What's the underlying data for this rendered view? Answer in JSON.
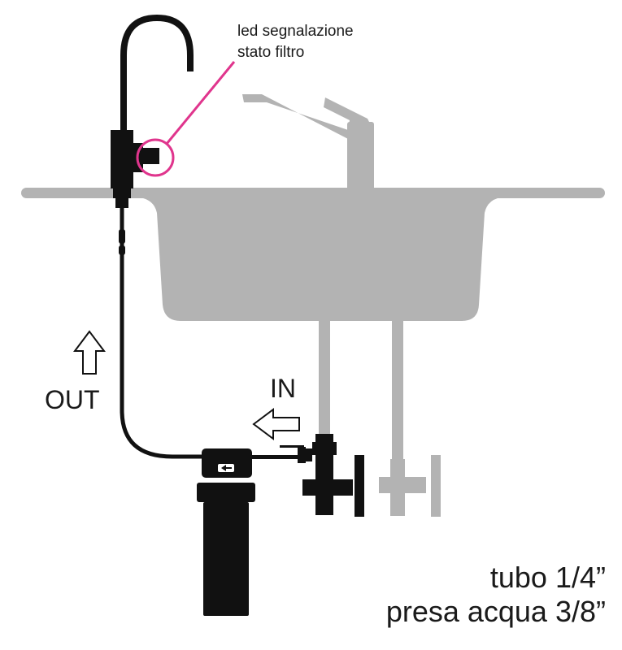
{
  "labels": {
    "led": [
      "led segnalazione",
      "stato filtro"
    ],
    "in": "IN",
    "out": "OUT",
    "specs": [
      "tubo 1/4”",
      "presa acqua 3/8”"
    ]
  },
  "colors": {
    "fixture": "#b3b3b3",
    "system": "#111111",
    "highlight": "#e0358d",
    "text": "#1a1a1a"
  }
}
